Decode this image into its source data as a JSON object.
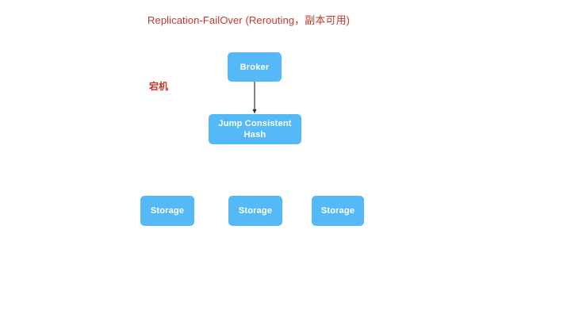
{
  "diagram": {
    "title": "Replication-FailOver (Rerouting，副本可用)",
    "title_color": "#c0392b",
    "background_color": "#ffffff",
    "node_color": "#55b9f7",
    "node_text_color": "#ffffff",
    "connector_color": "#333333",
    "annotations": [
      {
        "id": "failure-label",
        "text": "宕机",
        "color": "#c0392b"
      }
    ],
    "nodes": [
      {
        "id": "broker",
        "label": "Broker"
      },
      {
        "id": "jump-hash",
        "label": "Jump Consistent Hash",
        "line1": "Jump Consistent",
        "line2": "Hash"
      },
      {
        "id": "storage-1",
        "label": "Storage"
      },
      {
        "id": "storage-2",
        "label": "Storage"
      },
      {
        "id": "storage-3",
        "label": "Storage"
      }
    ],
    "connectors": [
      {
        "id": "broker-to-jump-hash",
        "from": "broker",
        "to": "jump-hash",
        "style": "solid-arrow"
      }
    ]
  }
}
